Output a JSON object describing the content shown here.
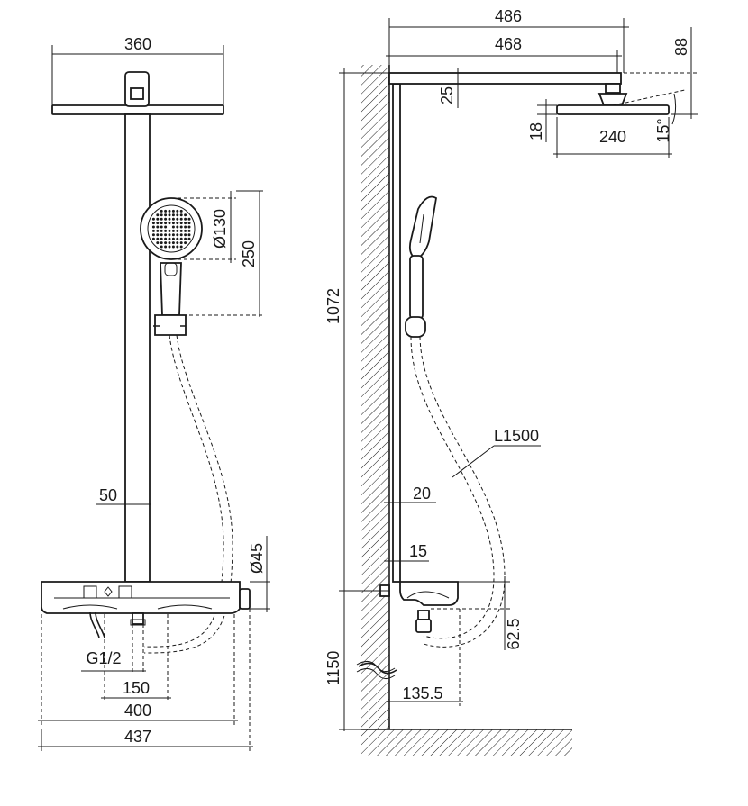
{
  "front_view": {
    "dim_overhead_width": "360",
    "dim_handshower_diameter": "Ø130",
    "dim_handshower_length": "250",
    "dim_pipe_diameter": "50",
    "dim_thermostat_height": "Ø45",
    "dim_inlet_thread": "G1/2",
    "dim_inlet_spacing": "150",
    "dim_shelf_width": "400",
    "dim_overall_width": "437"
  },
  "side_view": {
    "dim_arm_total": "486",
    "dim_arm_length": "468",
    "dim_head_drop": "88",
    "dim_arm_thickness": "25",
    "dim_head_thickness": "18",
    "dim_head_width": "240",
    "dim_head_angle": "15°",
    "dim_pipe_height": "1072",
    "dim_hose_length": "L1500",
    "dim_wall_offset_20": "20",
    "dim_wall_offset_15": "15",
    "dim_valve_height": "62.5",
    "dim_mount_height": "1150",
    "dim_outlet_offset": "135.5"
  }
}
